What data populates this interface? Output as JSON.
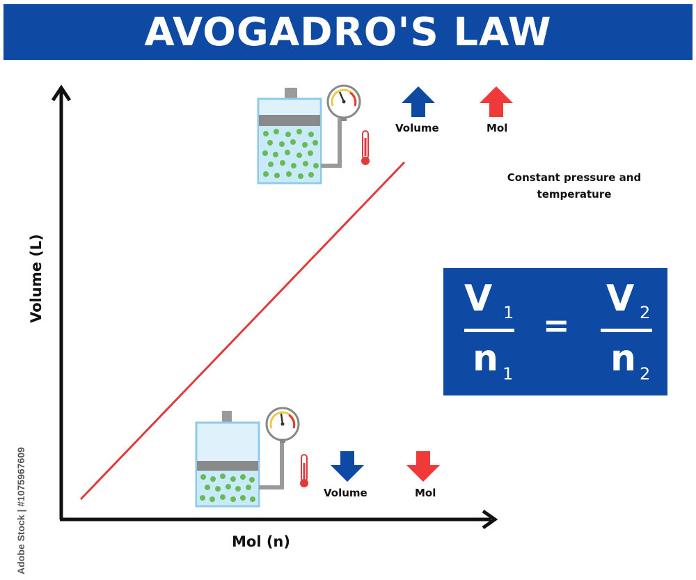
{
  "title": "AVOGADRO'S LAW",
  "axes": {
    "y_label": "Volume (L)",
    "x_label": "Mol (n)"
  },
  "top_state": {
    "volume_label": "Volume",
    "mol_label": "Mol",
    "volume_direction": "up",
    "mol_direction": "up"
  },
  "bottom_state": {
    "volume_label": "Volume",
    "mol_label": "Mol",
    "volume_direction": "down",
    "mol_direction": "down"
  },
  "condition_line1": "Constant pressure and",
  "condition_line2": "temperature",
  "formula": {
    "left_num": "V",
    "left_num_sub": "1",
    "left_den": "n",
    "left_den_sub": "1",
    "equals": "=",
    "right_num": "V",
    "right_num_sub": "2",
    "right_den": "n",
    "right_den_sub": "2"
  },
  "watermark": "Adobe Stock | #1075967609",
  "colors": {
    "blue": "#0e4aa3",
    "red": "#f03a3a",
    "line": "#e23a3a",
    "gas": "#66bb55",
    "container": "#cfe9f7"
  }
}
